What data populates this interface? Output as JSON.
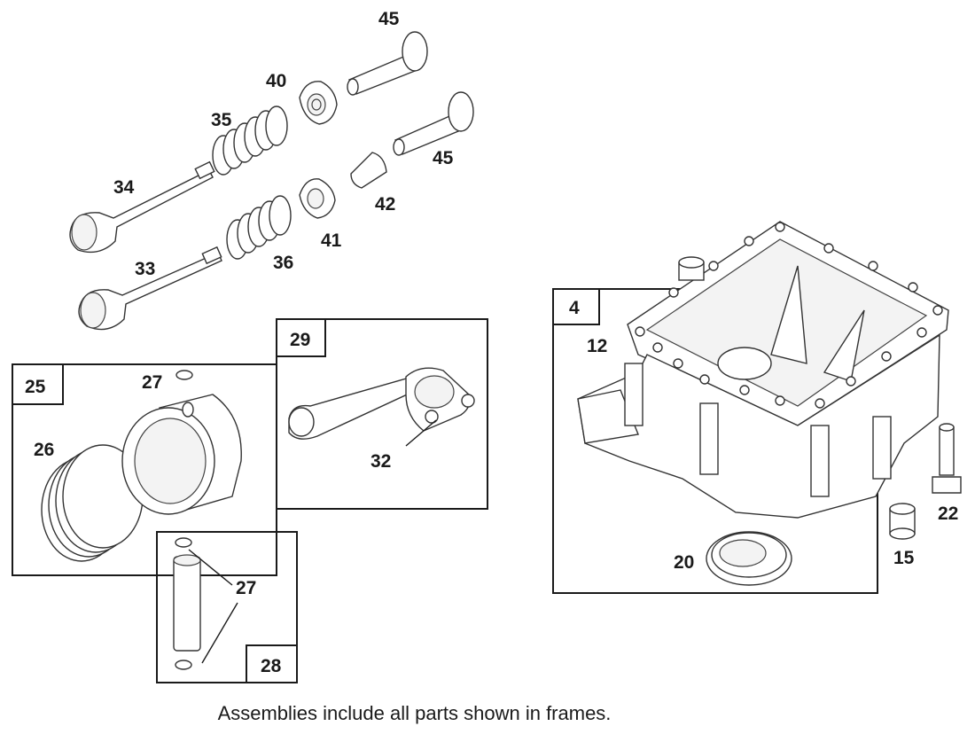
{
  "parts": {
    "p45a": "45",
    "p40": "40",
    "p35": "35",
    "p45b": "45",
    "p34": "34",
    "p42": "42",
    "p41": "41",
    "p36": "36",
    "p33": "33",
    "p27a": "27",
    "p26": "26",
    "p32": "32",
    "p27b": "27",
    "p12": "12",
    "p20": "20",
    "p15": "15",
    "p22": "22"
  },
  "frames": {
    "f25": "25",
    "f29": "29",
    "f28": "28",
    "f4": "4"
  },
  "caption": "Assemblies include all parts shown in frames."
}
